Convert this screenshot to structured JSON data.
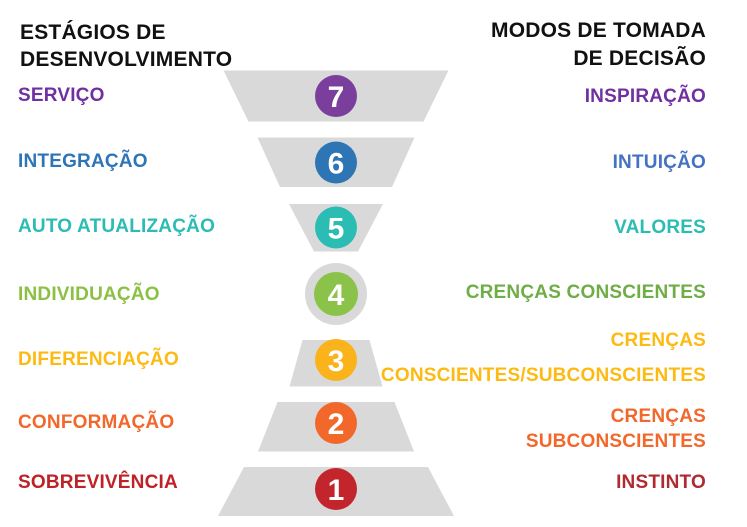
{
  "title_left": "ESTÁGIOS DE\nDESENVOLVIMENTO",
  "title_right": "MODOS DE TOMADA\nDE DECISÃO",
  "colors": {
    "background": "#FFFFFF",
    "funnel_gray": "#D9D9D9",
    "title_text": "#111111",
    "number_text": "#FFFFFF"
  },
  "rows": [
    {
      "level": "7",
      "stage": "SERVIÇO",
      "mode": "INSPIRAÇÃO",
      "stage_color": "#7030A0",
      "mode_color": "#7030A0",
      "circle_color": "#7A3E9C"
    },
    {
      "level": "6",
      "stage": "INTEGRAÇÃO",
      "mode": "INTUIÇÃO",
      "stage_color": "#2E75B6",
      "mode_color": "#4472C4",
      "circle_color": "#2E75B6"
    },
    {
      "level": "5",
      "stage": "AUTO ATUALIZAÇÃO",
      "mode": "VALORES",
      "stage_color": "#2BBCB3",
      "mode_color": "#2BBCB3",
      "circle_color": "#2BBCB3"
    },
    {
      "level": "4",
      "stage": "INDIVIDUAÇÃO",
      "mode": "CRENÇAS CONSCIENTES",
      "stage_color": "#8CC044",
      "mode_color": "#6FAD47",
      "circle_color": "#8BC24A"
    },
    {
      "level": "3",
      "stage": "DIFERENCIAÇÃO",
      "mode": "CRENÇAS\nCONSCIENTES/SUBCONSCIENTES",
      "stage_color": "#FDBA12",
      "mode_color": "#FDBA12",
      "circle_color": "#FBB31B"
    },
    {
      "level": "2",
      "stage": "CONFORMAÇÃO",
      "mode": "CRENÇAS\nSUBCONSCIENTES",
      "stage_color": "#F2682A",
      "mode_color": "#F2682A",
      "circle_color": "#F2682A"
    },
    {
      "level": "1",
      "stage": "SOBREVIVÊNCIA",
      "mode": "INSTINTO",
      "stage_color": "#BE2227",
      "mode_color": "#B02B31",
      "circle_color": "#C2262C"
    }
  ]
}
